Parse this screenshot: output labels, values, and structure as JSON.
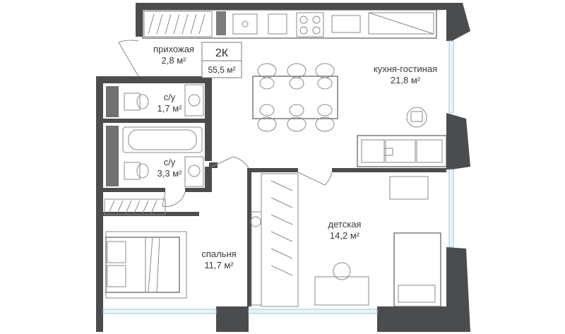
{
  "badge": {
    "type": "2К",
    "area": "55,5 м²"
  },
  "rooms": [
    {
      "id": "hallway",
      "name": "прихожая",
      "area": "2,8 м²"
    },
    {
      "id": "wc1",
      "name": "с/у",
      "area": "1,7 м²"
    },
    {
      "id": "wc2",
      "name": "с/у",
      "area": "3,3 м²"
    },
    {
      "id": "kitchen",
      "name": "кухня-гостиная",
      "area": "21,8 м²"
    },
    {
      "id": "kids",
      "name": "детская",
      "area": "14,2 м²"
    },
    {
      "id": "bedroom",
      "name": "спальня",
      "area": "11,7 м²"
    }
  ],
  "colors": {
    "wall": "#4a4c4e",
    "furniture": "#8a8a8a",
    "glass": "#9cc9d2"
  }
}
